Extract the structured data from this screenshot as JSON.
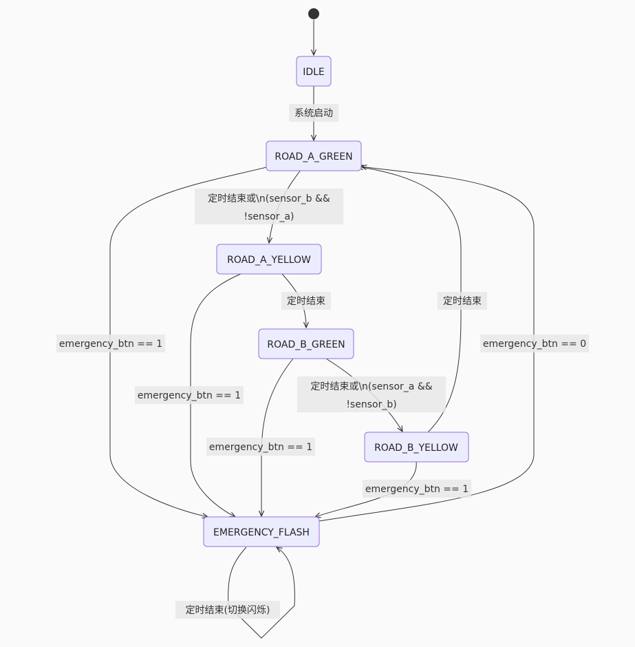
{
  "states": {
    "idle": "IDLE",
    "road_a_green": "ROAD_A_GREEN",
    "road_a_yellow": "ROAD_A_YELLOW",
    "road_b_green": "ROAD_B_GREEN",
    "road_b_yellow": "ROAD_B_YELLOW",
    "emergency_flash": "EMERGENCY_FLASH"
  },
  "transitions": {
    "idle_to_a_green": "系统启动",
    "a_green_to_a_yellow_line1": "定时结束或\\n(sensor_b &&",
    "a_green_to_a_yellow_line2": "!sensor_a)",
    "a_yellow_to_b_green": "定时结束",
    "b_green_to_b_yellow_line1": "定时结束或\\n(sensor_a &&",
    "b_green_to_b_yellow_line2": "!sensor_b)",
    "b_yellow_to_a_green": "定时结束",
    "a_green_to_emergency": "emergency_btn == 1",
    "a_yellow_to_emergency": "emergency_btn == 1",
    "b_green_to_emergency": "emergency_btn == 1",
    "b_yellow_to_emergency": "emergency_btn == 1",
    "emergency_to_a_green": "emergency_btn == 0",
    "emergency_self_loop": "定时结束(切换闪烁)"
  }
}
